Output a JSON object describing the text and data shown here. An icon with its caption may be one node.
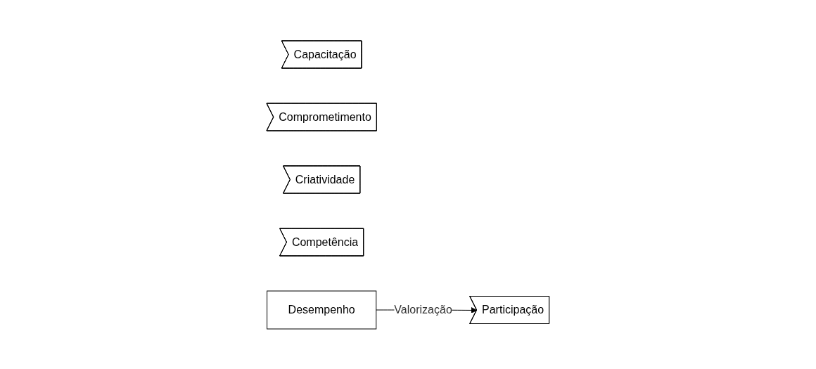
{
  "diagram": {
    "nodes": [
      {
        "text": [
          "Participação"
        ]
      },
      {
        "text": [
          "Capacitação"
        ]
      },
      {
        "text": [
          "Comprometimento"
        ]
      },
      {
        "text": [
          "Criatividade"
        ]
      },
      {
        "text": [
          "Competência"
        ]
      },
      {
        "text": [
          "Desempenho"
        ]
      }
    ],
    "edges": [
      {
        "from": 5,
        "to": 0,
        "arrow": "to",
        "label": "Valorização"
      }
    ]
  }
}
